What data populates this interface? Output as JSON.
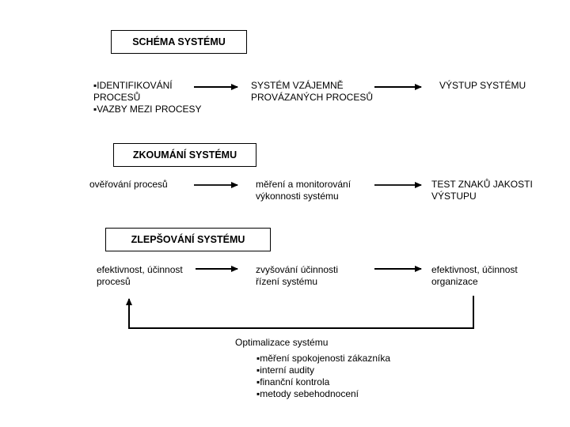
{
  "diagram": {
    "title_box": "SCHÉMA SYSTÉMU",
    "section2_box": "ZKOUMÁNÍ SYSTÉMU",
    "section3_box": "ZLEPŠOVÁNÍ SYSTÉMU",
    "row1": {
      "left_line1": "▪IDENTIFIKOVÁNÍ",
      "left_line2": "PROCESŮ",
      "left_line3": "▪VAZBY MEZI PROCESY",
      "middle_line1": "SYSTÉM VZÁJEMNĚ",
      "middle_line2": "PROVÁZANÝCH PROCESŮ",
      "right_line1": "VÝSTUP SYSTÉMU"
    },
    "row2": {
      "left_line1": "ověřování procesů",
      "middle_line1": "měření a monitorování",
      "middle_line2": "výkonnosti systému",
      "right_line1": "TEST ZNAKŮ JAKOSTI",
      "right_line2": "VÝSTUPU"
    },
    "row3": {
      "left_line1": "efektivnost, účinnost",
      "left_line2": "procesů",
      "middle_line1": "zvyšování účinnosti",
      "middle_line2": "řízení systému",
      "right_line1": "efektivnost, účinnost",
      "right_line2": "organizace"
    },
    "feedback": {
      "label": "Optimalizace systému",
      "bullets": [
        "▪měření spokojenosti zákazníka",
        "▪interní audity",
        "▪finanční kontrola",
        "▪metody sebehodnocení"
      ]
    },
    "colors": {
      "line": "#000000",
      "background": "#ffffff",
      "text": "#000000"
    }
  }
}
